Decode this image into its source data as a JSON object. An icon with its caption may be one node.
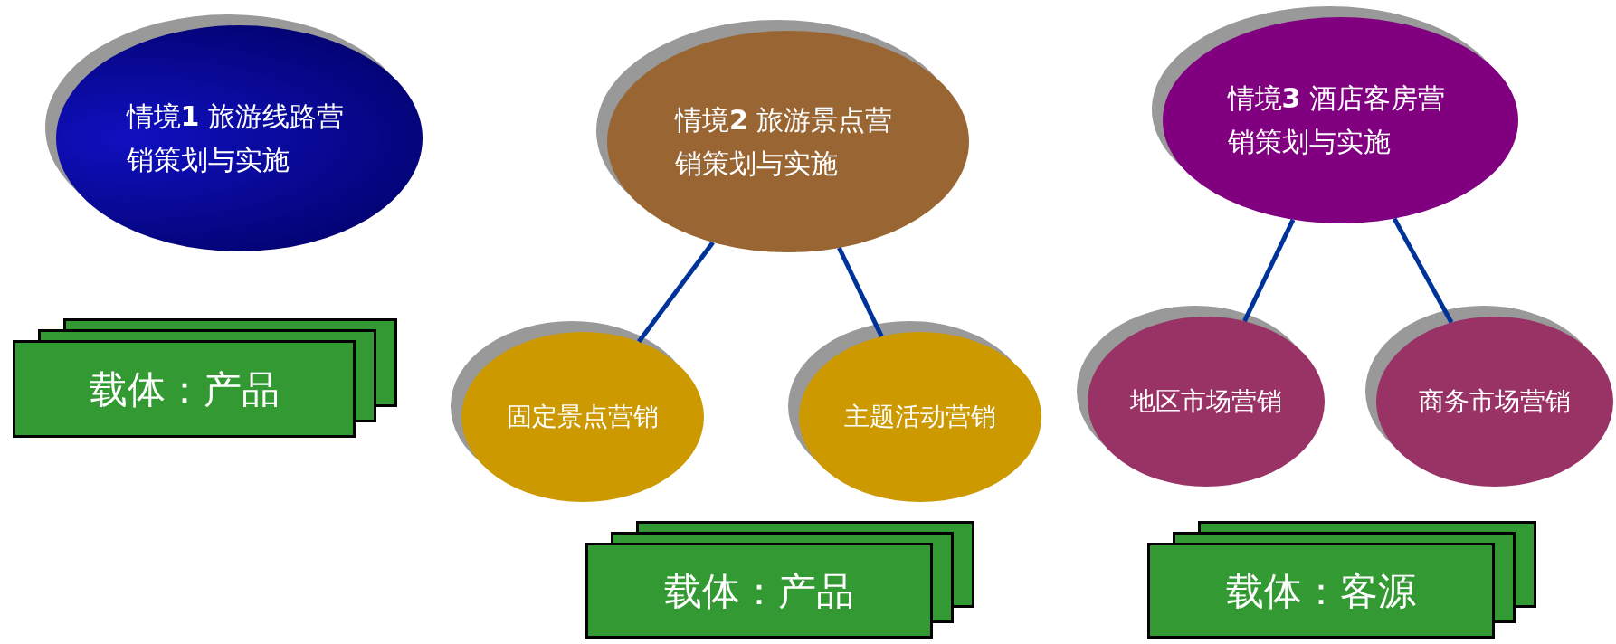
{
  "diagram": {
    "nodes": [
      {
        "text": [
          "情境**1** 旅游线路营销策划与实施"
        ]
      },
      {
        "text": [
          "情境**2** 旅游景点营销策划与实施"
        ]
      },
      {
        "text": [
          "情境**3** 酒店客房营销策划与实施"
        ]
      },
      {
        "text": [
          "载体：产品"
        ]
      },
      {
        "text": [
          "固定景点营销"
        ]
      },
      {
        "text": [
          "主题活动营销"
        ]
      },
      {
        "text": [
          "地区市场营销"
        ]
      },
      {
        "text": [
          "商务市场营销"
        ]
      },
      {
        "text": [
          "载体：产品"
        ]
      },
      {
        "text": [
          "载体：客源"
        ]
      }
    ],
    "edges": [
      {
        "from": 1,
        "to": 4,
        "arrow": "none"
      },
      {
        "from": 1,
        "to": 5,
        "arrow": "none"
      },
      {
        "from": 2,
        "to": 6,
        "arrow": "none"
      },
      {
        "from": 2,
        "to": 7,
        "arrow": "none"
      }
    ]
  }
}
